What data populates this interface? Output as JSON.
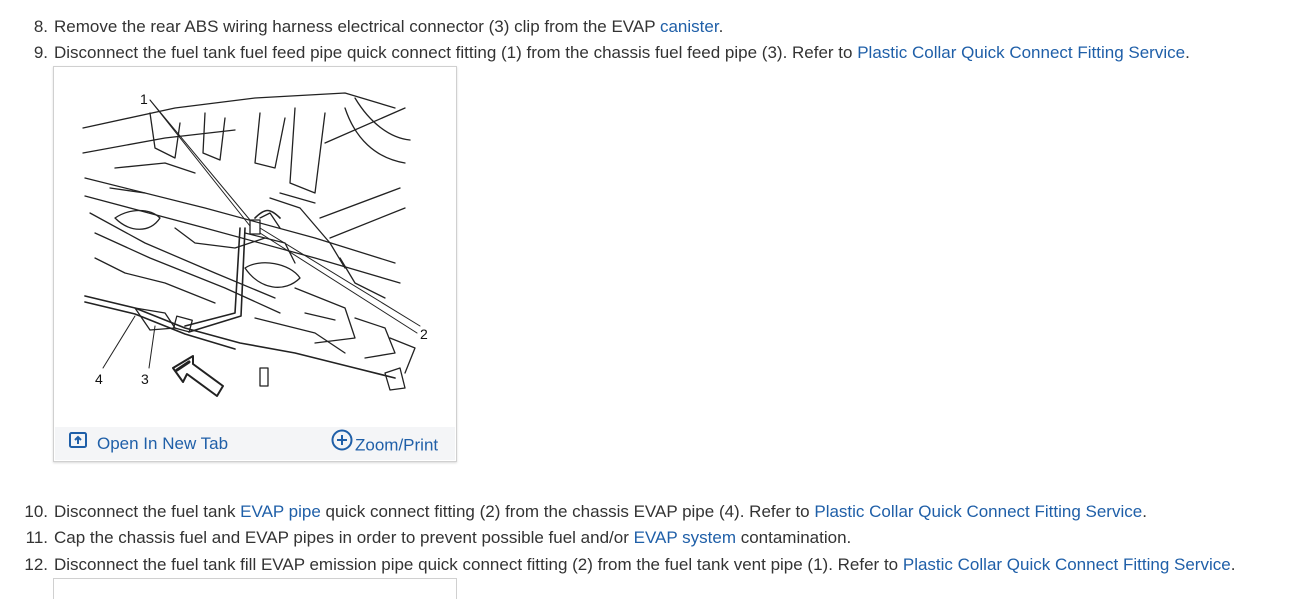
{
  "steps_top": [
    {
      "number": "8.",
      "before": "Remove the rear ABS wiring harness electrical connector (3) clip from the EVAP ",
      "link": "canister",
      "after": "."
    },
    {
      "number": "9.",
      "before": "Disconnect the fuel tank fuel feed pipe quick connect fitting (1) from the chassis fuel feed pipe (3). Refer to ",
      "link": "Plastic Collar Quick Connect Fitting Service",
      "after": "."
    }
  ],
  "figure": {
    "callouts": {
      "c1": "1",
      "c2": "2",
      "c3": "3",
      "c4": "4"
    },
    "open_label": "Open In New Tab",
    "zoom_label": "Zoom/Print"
  },
  "steps_bottom": [
    {
      "number": "10.",
      "before": "Disconnect the fuel tank ",
      "link": "EVAP pipe",
      "middle": " quick connect fitting (2) from the chassis EVAP pipe (4). Refer to ",
      "link2": "Plastic Collar Quick Connect Fitting Service",
      "after": "."
    },
    {
      "number": "11.",
      "before": "Cap the chassis fuel and EVAP pipes in order to prevent possible fuel and/or ",
      "link": "EVAP system",
      "after": " contamination."
    },
    {
      "number": "12.",
      "before": "Disconnect the fuel tank fill EVAP emission pipe quick connect fitting (2) from the fuel tank vent pipe (1). Refer to ",
      "link": "Plastic Collar Quick Connect Fitting Service",
      "after": "."
    }
  ],
  "colors": {
    "text": "#333333",
    "link": "#1f5fa8",
    "toolbar_bg": "#f4f5f7"
  }
}
